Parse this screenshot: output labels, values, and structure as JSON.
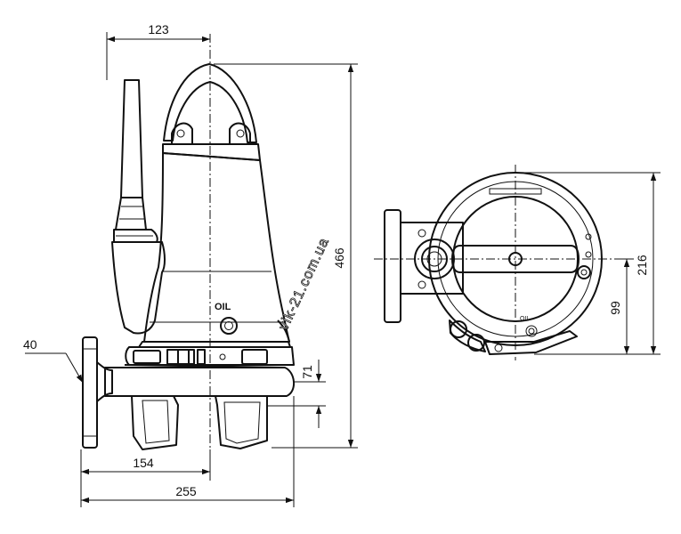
{
  "dimensions": {
    "d123": "123",
    "d466": "466",
    "d216": "216",
    "d99": "99",
    "d40": "40",
    "d71": "71",
    "d154": "154",
    "d255": "255"
  },
  "labels": {
    "oil_side": "OIL",
    "oil_top": "OIL"
  },
  "watermark": "vik-21.com.ua",
  "colors": {
    "line": "#111111",
    "background": "#ffffff"
  }
}
